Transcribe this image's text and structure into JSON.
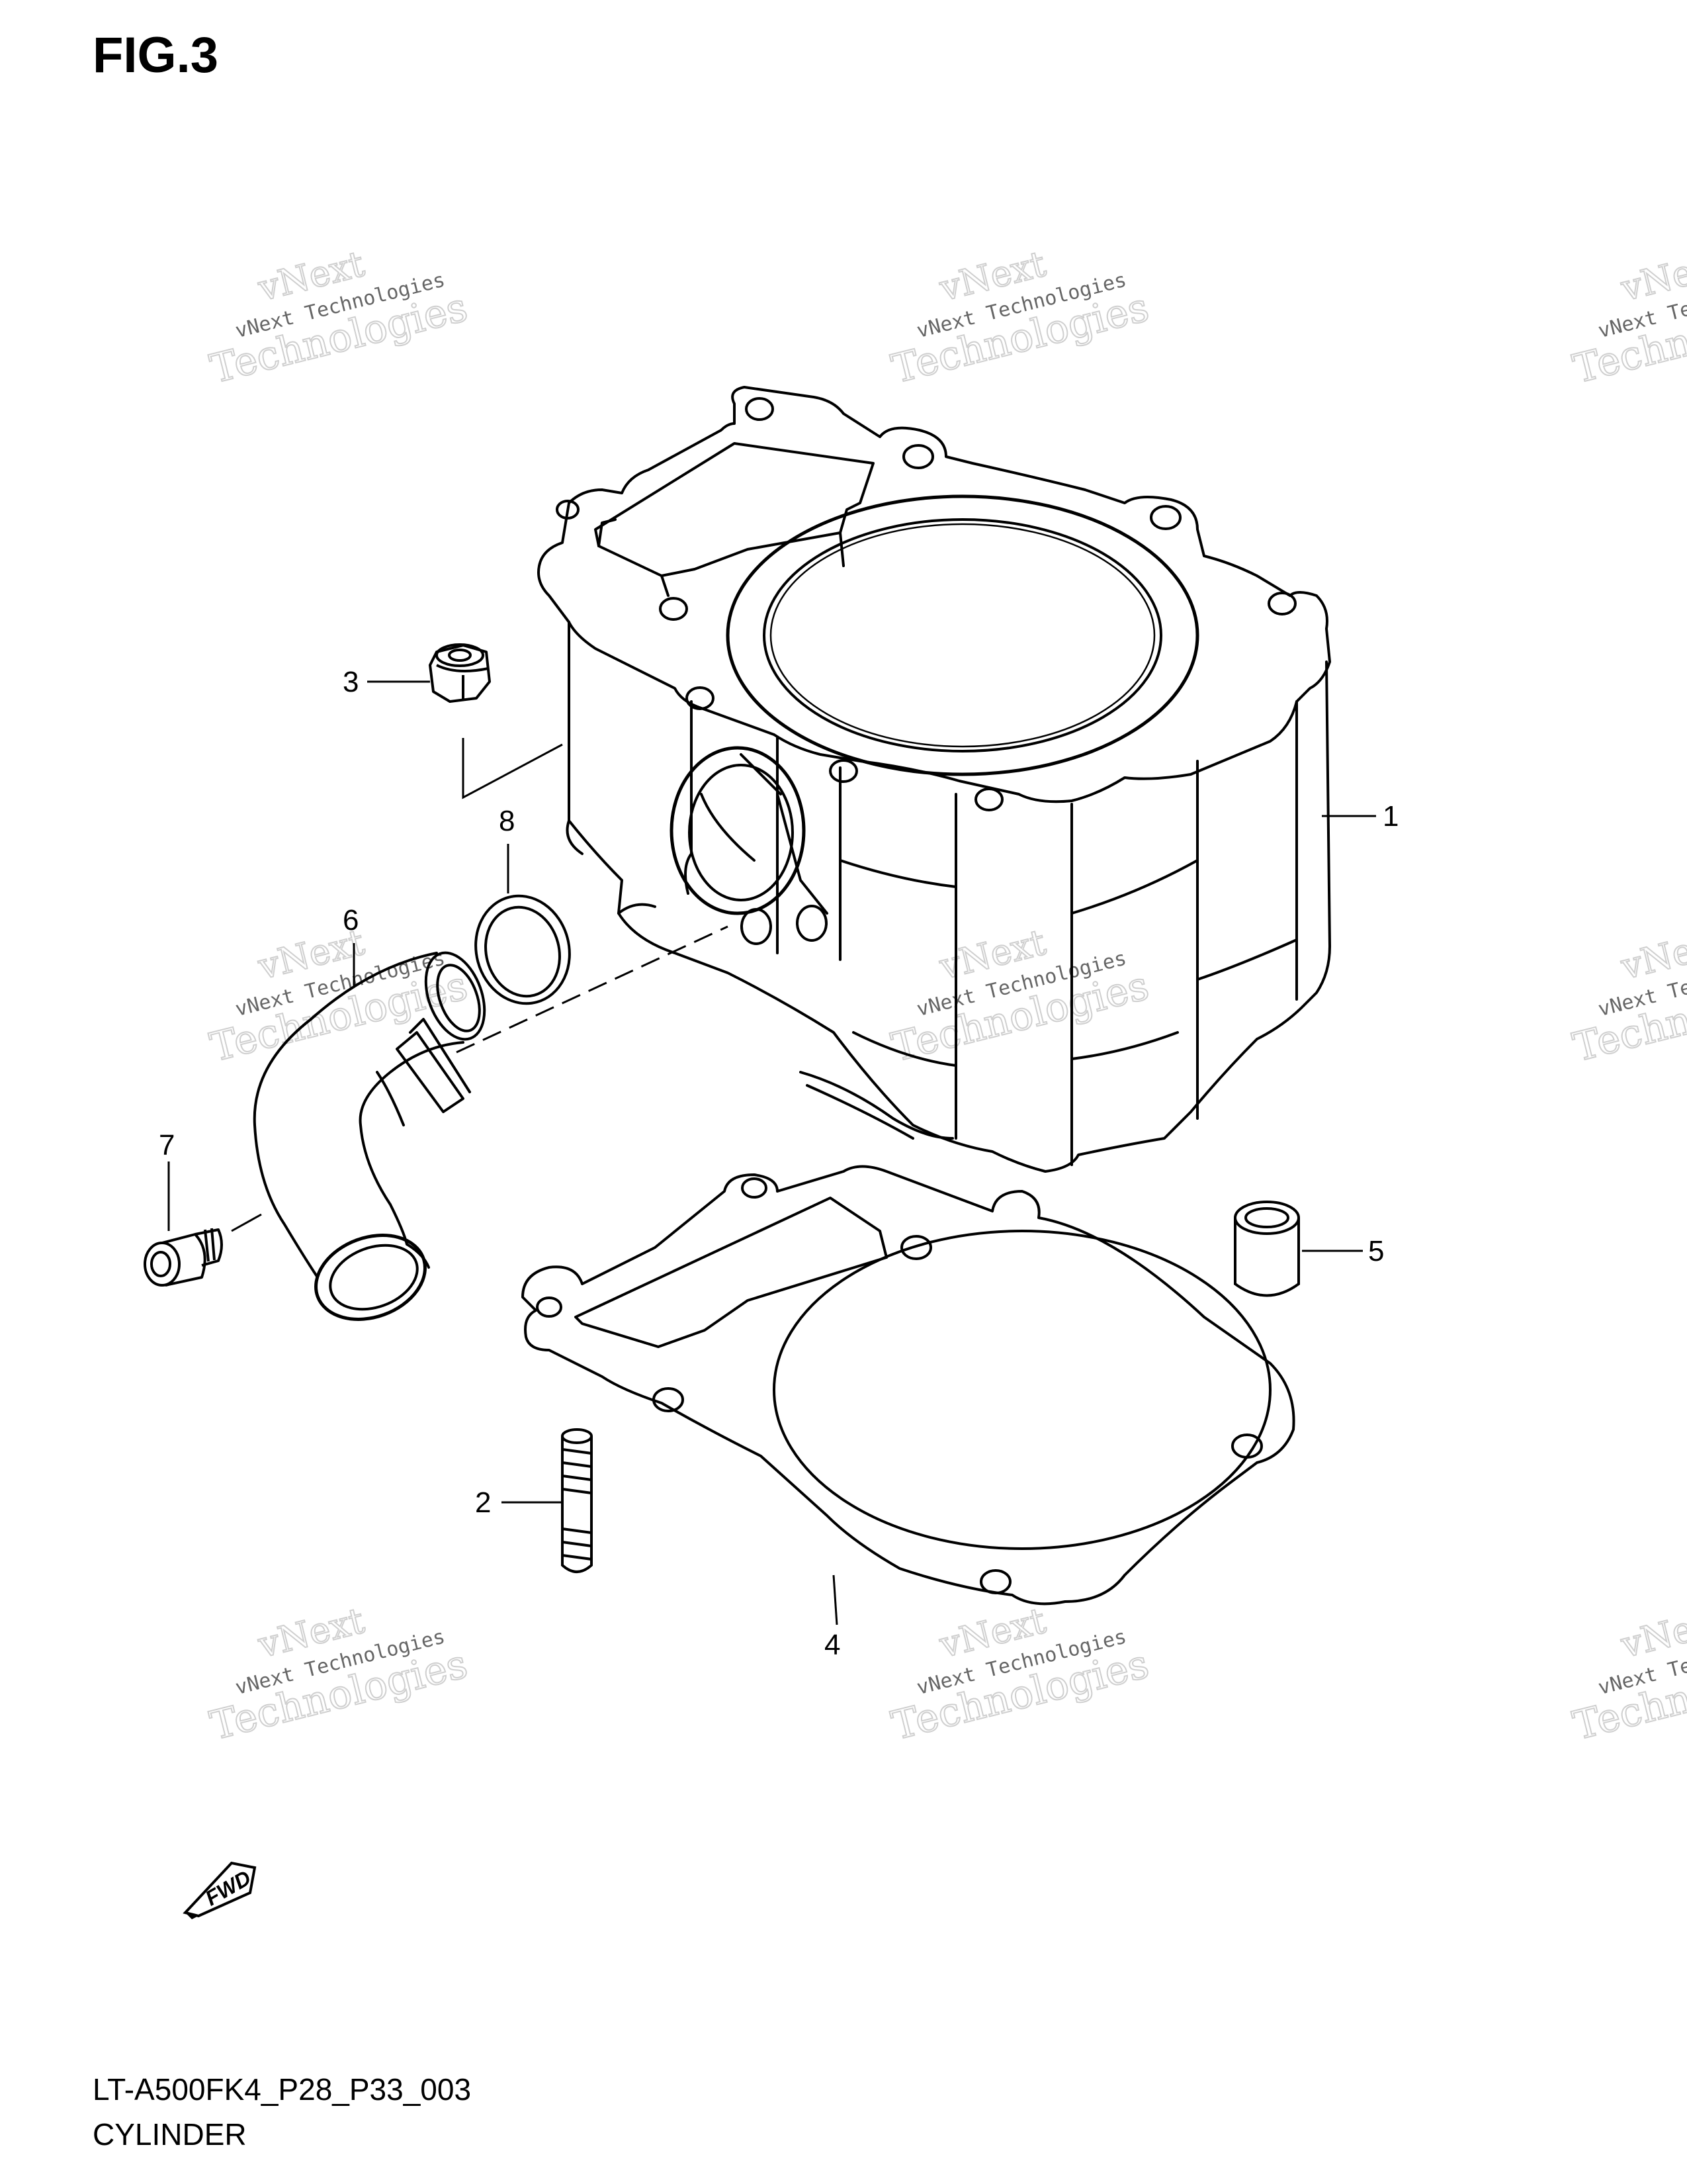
{
  "figure_title": "FIG.3",
  "footer": {
    "model_code": "LT-A500FK4_P28_P33_003",
    "section_name": "CYLINDER"
  },
  "fwd_label": "FWD",
  "watermark": {
    "line1": "vNext",
    "line2": "vNext Technologies",
    "line3": "Technologies"
  },
  "callouts": [
    {
      "number": "1"
    },
    {
      "number": "2"
    },
    {
      "number": "3"
    },
    {
      "number": "4"
    },
    {
      "number": "5"
    },
    {
      "number": "6"
    },
    {
      "number": "7"
    },
    {
      "number": "8"
    }
  ],
  "colors": {
    "line": "#000000",
    "watermark": "#c8c8c8",
    "background": "#ffffff"
  }
}
